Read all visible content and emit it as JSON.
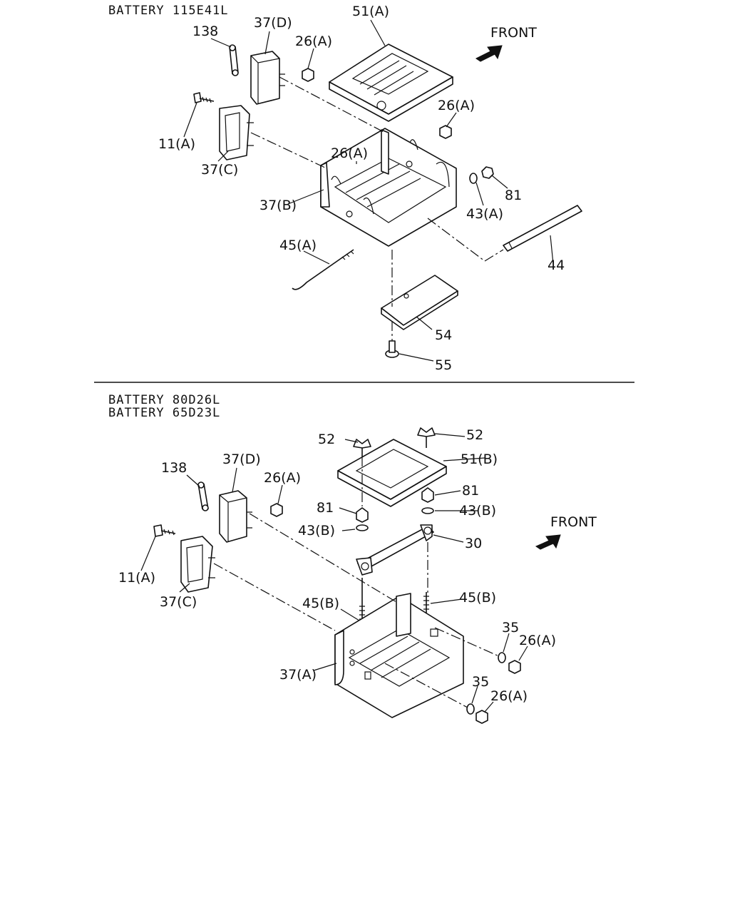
{
  "sections": [
    {
      "headers": [
        "BATTERY 115E41L"
      ],
      "front_label": "FRONT",
      "callouts": [
        "51(A)",
        "138",
        "37(D)",
        "26(A)",
        "11(A)",
        "37(C)",
        "26(A)",
        "26(A)",
        "81",
        "43(A)",
        "37(B)",
        "45(A)",
        "44",
        "54",
        "55"
      ]
    },
    {
      "headers": [
        "BATTERY 80D26L",
        "BATTERY 65D23L"
      ],
      "front_label": "FRONT",
      "callouts": [
        "52",
        "52",
        "51(B)",
        "37(D)",
        "138",
        "26(A)",
        "81",
        "81",
        "43(B)",
        "43(B)",
        "30",
        "11(A)",
        "37(C)",
        "45(B)",
        "45(B)",
        "35",
        "26(A)",
        "37(A)",
        "35",
        "26(A)"
      ]
    }
  ]
}
